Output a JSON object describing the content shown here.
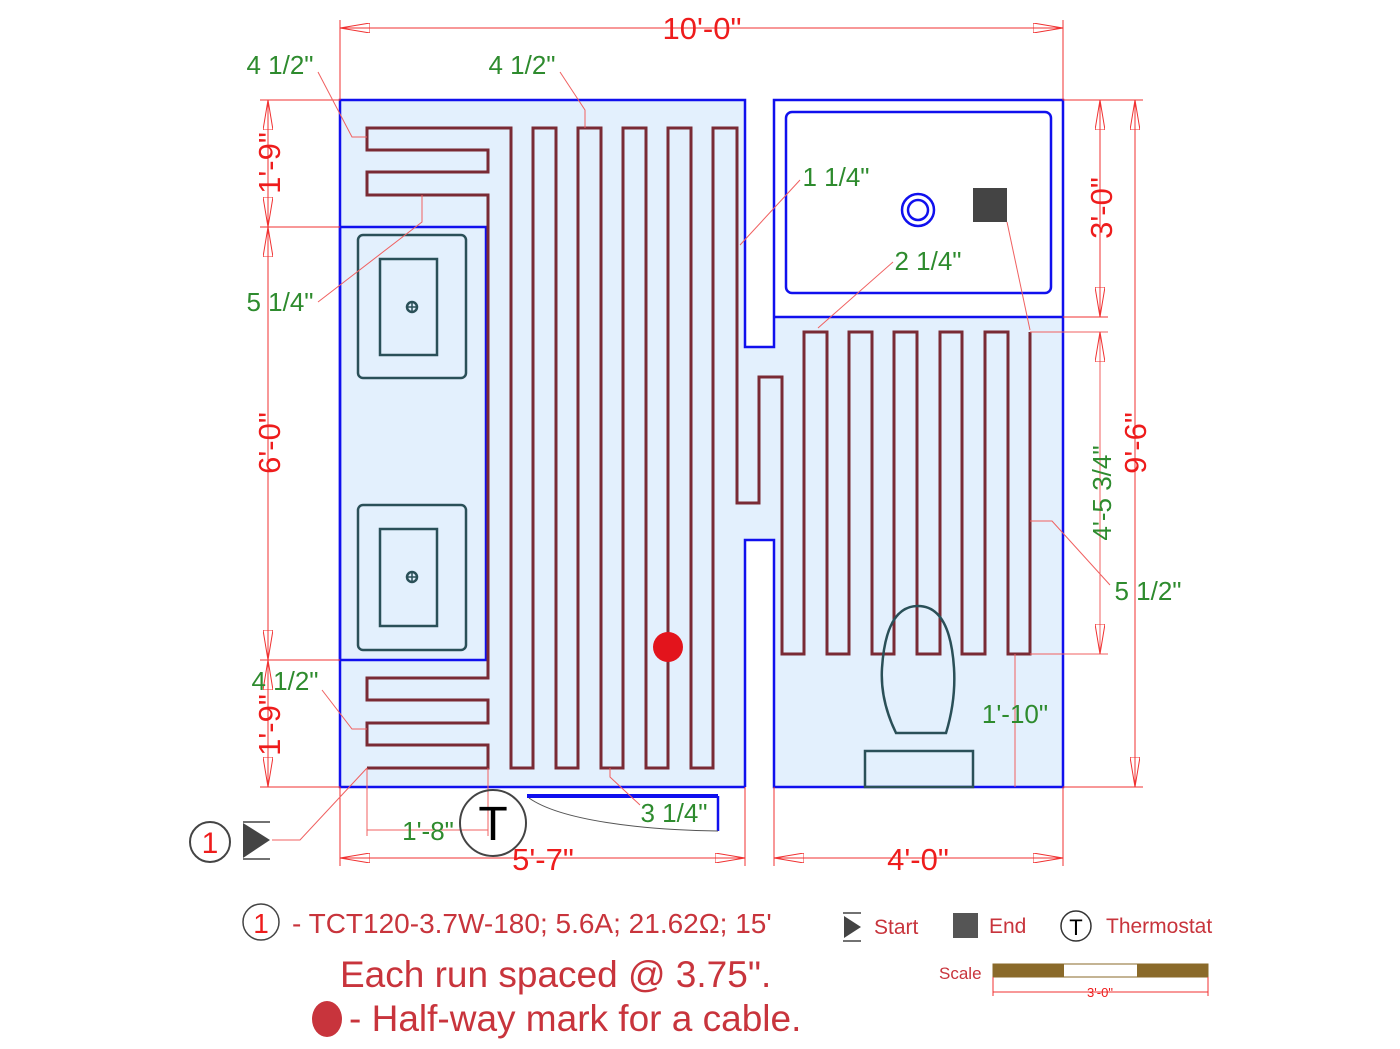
{
  "dimensions": {
    "overall_width": "10'-0\"",
    "overall_height": "9'-6\"",
    "left_top": "1'-9\"",
    "left_middle": "6'-0\"",
    "left_bottom": "1'-9\"",
    "shower_depth": "3'-0\"",
    "bottom_left": "5'-7\"",
    "bottom_right": "4'-0\"",
    "cable_zone_height": "4'-5 3/4\"",
    "thermostat_offset": "1'-8\"",
    "toilet_clearance": "1'-10\""
  },
  "offsets": {
    "top_left": "4 1/2\"",
    "top_middle": "4 1/2\"",
    "wall_gap": "1 1/4\"",
    "shower_gap": "2 1/4\"",
    "vanity_gap": "5 1/4\"",
    "bottom_left": "4 1/2\"",
    "right_wall": "5 1/2\"",
    "door_gap": "3 1/4\""
  },
  "markers": {
    "cable_number": "1",
    "thermostat_letter": "T"
  },
  "legend": {
    "cable_number": "1",
    "cable_spec": "- TCT120-3.7W-180; 5.6A; 21.62Ω; 15'",
    "start_label": "Start",
    "end_label": "End",
    "thermostat_letter": "T",
    "thermostat_label": "Thermostat",
    "spacing_note": "Each run spaced @ 3.75\".",
    "halfway_note": "- Half-way mark for a cable.",
    "scale_label": "Scale",
    "scale_length": "3'-0\""
  },
  "colors": {
    "cable": "#7a2a34",
    "wall": "#1010ee",
    "floor": "#e3f0fd",
    "dimension": "#ee1c1c",
    "offset": "#2e8b2e",
    "halfway_mark": "#e3141c"
  }
}
